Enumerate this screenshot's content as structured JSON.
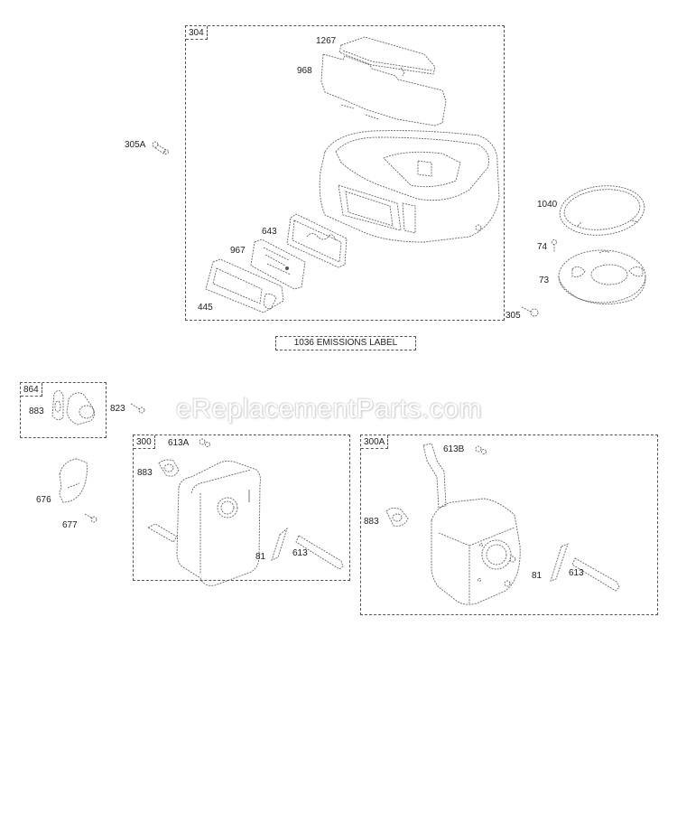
{
  "diagram": {
    "type": "exploded-parts-diagram",
    "watermark": "eReplacementParts.com",
    "groups": [
      {
        "id": "304",
        "tag": "304",
        "parts": [
          {
            "number": "1267"
          },
          {
            "number": "968"
          },
          {
            "number": "643"
          },
          {
            "number": "967"
          },
          {
            "number": "445"
          }
        ]
      },
      {
        "id": "864",
        "tag": "864",
        "parts": [
          {
            "number": "883"
          }
        ]
      },
      {
        "id": "300",
        "tag": "300",
        "parts": [
          {
            "number": "613A"
          },
          {
            "number": "883"
          },
          {
            "number": "81"
          },
          {
            "number": "613"
          }
        ]
      },
      {
        "id": "300A",
        "tag": "300A",
        "parts": [
          {
            "number": "613B"
          },
          {
            "number": "883"
          },
          {
            "number": "81"
          },
          {
            "number": "613"
          }
        ]
      }
    ],
    "loose_parts": [
      {
        "number": "305A"
      },
      {
        "number": "1040"
      },
      {
        "number": "74"
      },
      {
        "number": "73"
      },
      {
        "number": "305"
      },
      {
        "number": "823"
      },
      {
        "number": "676"
      },
      {
        "number": "677"
      }
    ],
    "emissions_label": "1036 EMISSIONS LABEL"
  },
  "labels": {
    "g304_tag": "304",
    "p1267": "1267",
    "p968": "968",
    "p305A": "305A",
    "p643": "643",
    "p967": "967",
    "p445": "445",
    "p1040": "1040",
    "p74": "74",
    "p73": "73",
    "p305": "305",
    "emissions": "1036 EMISSIONS LABEL",
    "g864_tag": "864",
    "g864_p883": "883",
    "p823": "823",
    "p676": "676",
    "p677": "677",
    "g300_tag": "300",
    "g300_p613A": "613A",
    "g300_p883": "883",
    "g300_p81": "81",
    "g300_p613": "613",
    "g300A_tag": "300A",
    "g300A_p613B": "613B",
    "g300A_p883": "883",
    "g300A_p81": "81",
    "g300A_p613": "613"
  },
  "colors": {
    "background": "#ffffff",
    "line_art": "#666666",
    "text": "#222222"
  }
}
